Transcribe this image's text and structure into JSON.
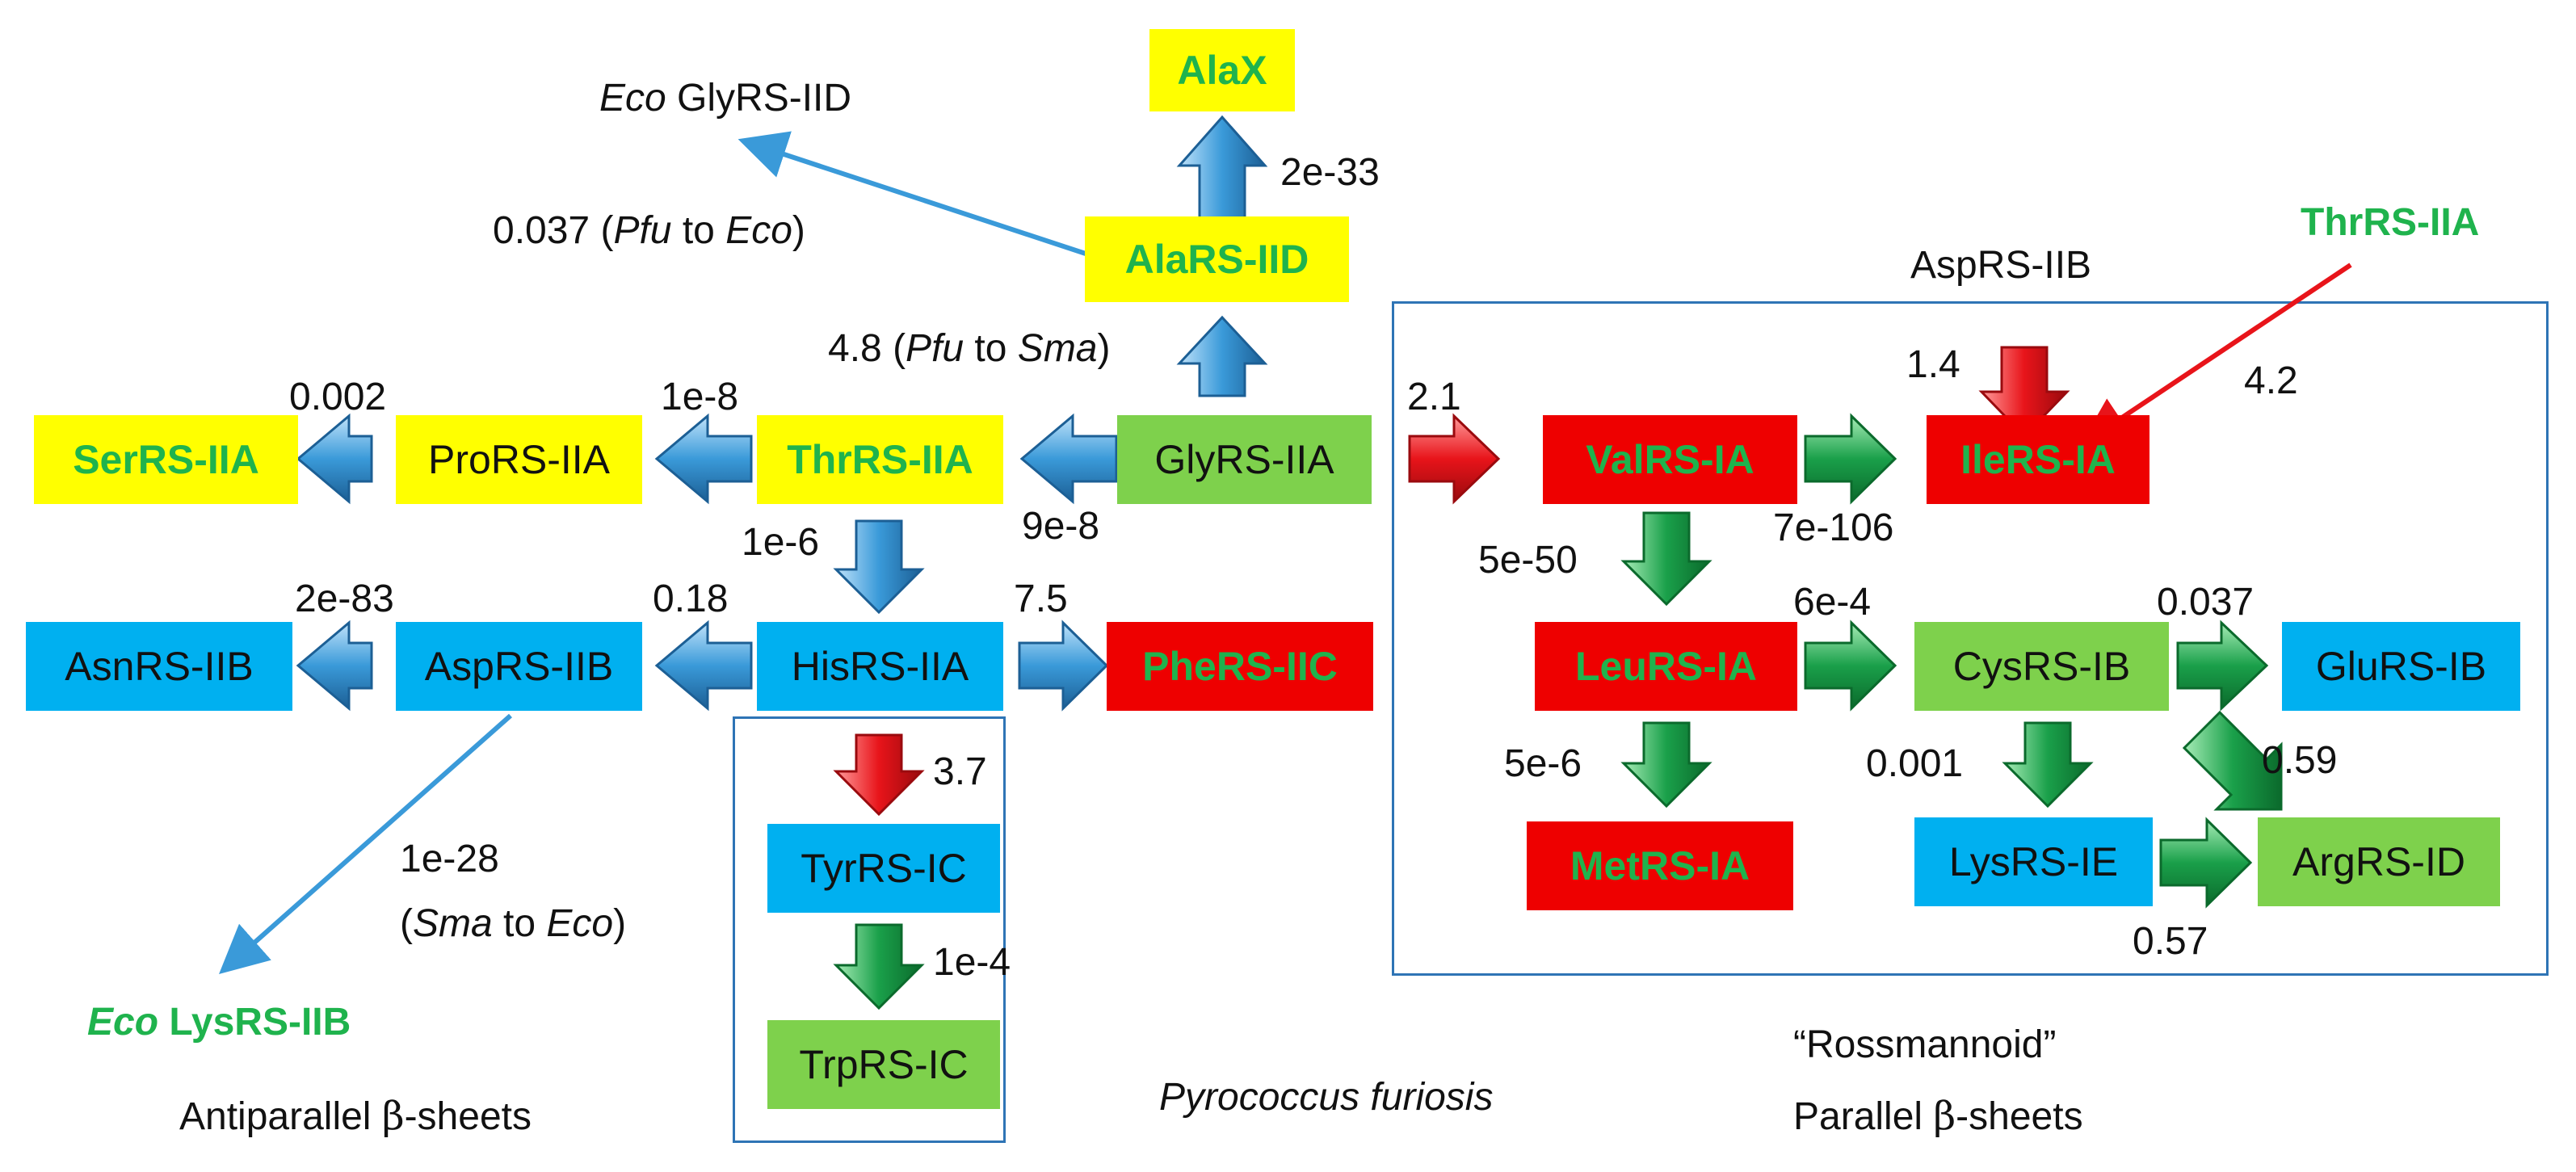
{
  "colors": {
    "yellow": "#ffff00",
    "green_box": "#7ed14c",
    "blue_box": "#00b0f0",
    "red_box": "#ee0000",
    "green_text": "#1fb34d",
    "blue_arrow": "#3a9ad9",
    "green_arrow": "#1aa04a",
    "red_arrow": "#e8141a",
    "frame": "#2e74b5"
  },
  "nodes": {
    "alax": "AlaX",
    "alars": "AlaRS-IID",
    "glyrs": "GlyRS-IIA",
    "thrrs": "ThrRS-IIA",
    "prors": "ProRS-IIA",
    "serrs": "SerRS-IIA",
    "hisrs": "HisRS-IIA",
    "asprs": "AspRS-IIB",
    "asnrs": "AsnRS-IIB",
    "phers": "PheRS-IIC",
    "tyrrs": "TyrRS-IC",
    "trprs": "TrpRS-IC",
    "valrs": "ValRS-IA",
    "ilers": "IleRS-IA",
    "leurs": "LeuRS-IA",
    "metrs": "MetRS-IA",
    "cysrs": "CysRS-IB",
    "glurs": "GluRS-IB",
    "lysrs": "LysRS-IE",
    "argrs": "ArgRS-ID"
  },
  "labels": {
    "eco_glyrs_species": "Eco",
    "eco_glyrs_name": " GlyRS-IID",
    "v_2e33": "2e-33",
    "v_0037_prefix": "0.037 (",
    "v_0037_pfu": "Pfu",
    "v_0037_to": " to ",
    "v_0037_eco": "Eco",
    "v_0037_suffix": ")",
    "v_48_prefix": "4.8 (",
    "v_48_pfu": "Pfu",
    "v_48_to": " to ",
    "v_48_sma": "Sma",
    "v_48_suffix": ")",
    "asprs_iib_top": "AspRS-IIB",
    "thrrs_iia_right": "ThrRS-IIA",
    "v_0002": "0.002",
    "v_1e8": "1e-8",
    "v_9e8": "9e-8",
    "v_21": "2.1",
    "v_14": "1.4",
    "v_42": "4.2",
    "v_7e106": "7e-106",
    "v_1e6": "1e-6",
    "v_5e50": "5e-50",
    "v_2e83": "2e-83",
    "v_018": "0.18",
    "v_75": "7.5",
    "v_6e4": "6e-4",
    "v_0037b": "0.037",
    "v_37": "3.7",
    "v_5e6": "5e-6",
    "v_0001": "0.001",
    "v_059": "0.59",
    "v_1e28": "1e-28",
    "sma_to_eco_open": "(",
    "sma_to_eco_sma": "Sma",
    "sma_to_eco_to": " to ",
    "sma_to_eco_eco": "Eco",
    "sma_to_eco_close": ")",
    "v_1e4": "1e-4",
    "v_057": "0.57",
    "eco_lysrs_species": "Eco",
    "eco_lysrs_name": " LysRS-IIB",
    "antiparallel_prefix": "Antiparallel ",
    "antiparallel_beta": "β",
    "antiparallel_suffix": "-sheets",
    "pyrococcus": "Pyrococcus furiosis",
    "rossmannoid": "“Rossmannoid”",
    "parallel_prefix": "Parallel ",
    "parallel_beta": "β",
    "parallel_suffix": "-sheets"
  }
}
